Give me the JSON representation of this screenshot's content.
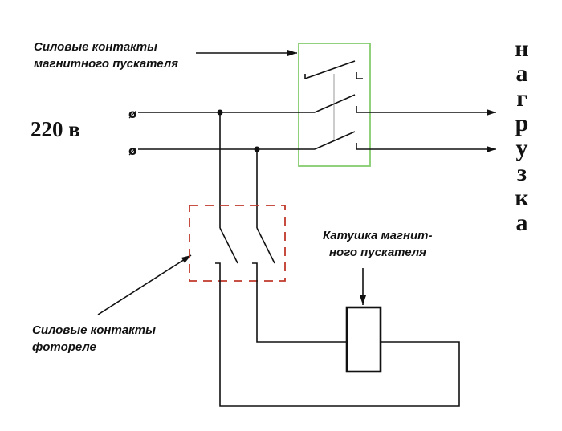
{
  "labels": {
    "starter_contacts_line1": "Силовые контакты",
    "starter_contacts_line2": "магнитного пускателя",
    "voltage": "220 в",
    "relay_contacts_line1": "Силовые контакты",
    "relay_contacts_line2": "фотореле",
    "coil_line1": "Катушка магнит-",
    "coil_line2": "ного пускателя",
    "load_letters": [
      "н",
      "а",
      "г",
      "р",
      "у",
      "з",
      "к",
      "а"
    ]
  },
  "terminals": {
    "symbol": "ø"
  },
  "colors": {
    "wire": "#111111",
    "starter_box": "#86cc6e",
    "relay_box": "#c0392b"
  }
}
